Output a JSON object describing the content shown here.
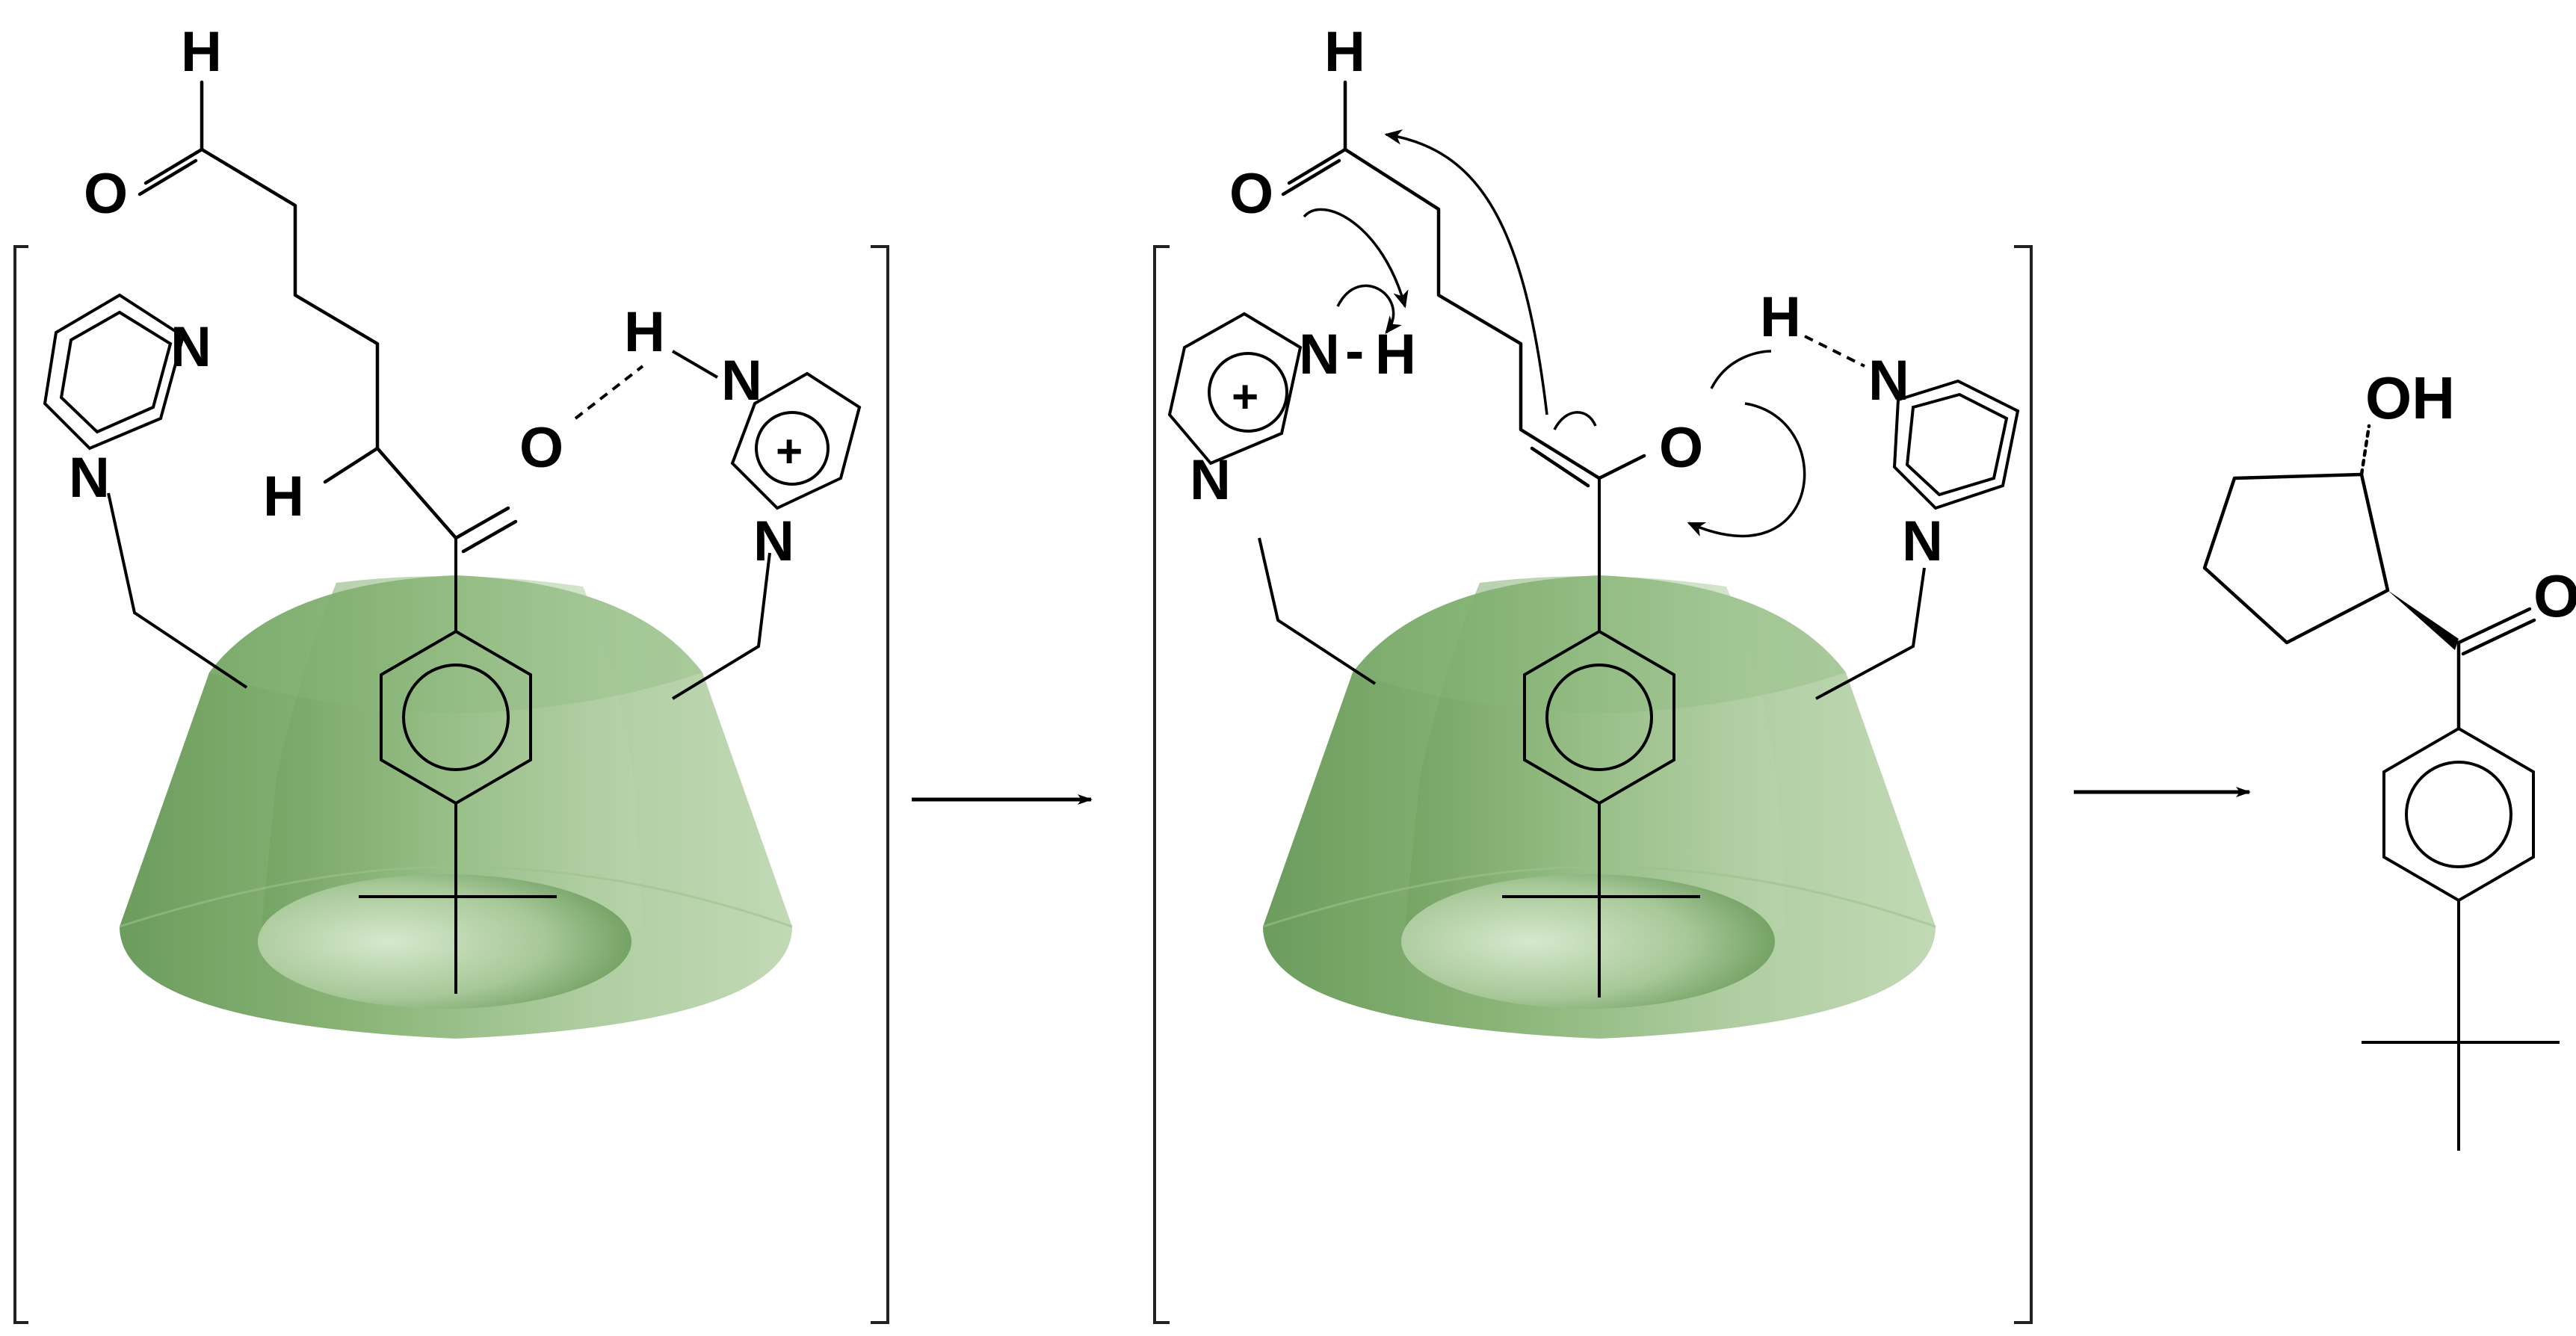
{
  "colors": {
    "cyclodextrin": "#7fae6b",
    "cyclodextrin_dark": "#5e9150",
    "cyclodextrin_light": "#b7d3a8",
    "ink": "#000000"
  },
  "labels": {
    "left": {
      "aldehyde_H": "H",
      "aldehyde_O": "O",
      "alpha_H": "H",
      "ketone_O": "O",
      "imid_free_N_top": "N",
      "imid_free_N_bottom": "N",
      "imidH_H": "H",
      "imidH_N_top": "N",
      "imidH_N_bottom": "N",
      "imidH_plus": "+"
    },
    "middle": {
      "aldehyde_H": "H",
      "aldehyde_O": "O",
      "imidH_N_top": "N",
      "imidH_H": "H",
      "imidH_dash": "-",
      "imidH_N_bottom": "N",
      "imidH_plus": "+",
      "enol_O": "O",
      "hbond_H": "H",
      "imid_N_top": "N",
      "imid_N_bottom": "N"
    },
    "product": {
      "hydroxyl": "OH",
      "ketone_O": "O"
    }
  },
  "icons": [
    "reaction-arrow-icon",
    "curly-arrow-icon",
    "cyclodextrin-cup-icon",
    "imidazole-ring-icon"
  ]
}
